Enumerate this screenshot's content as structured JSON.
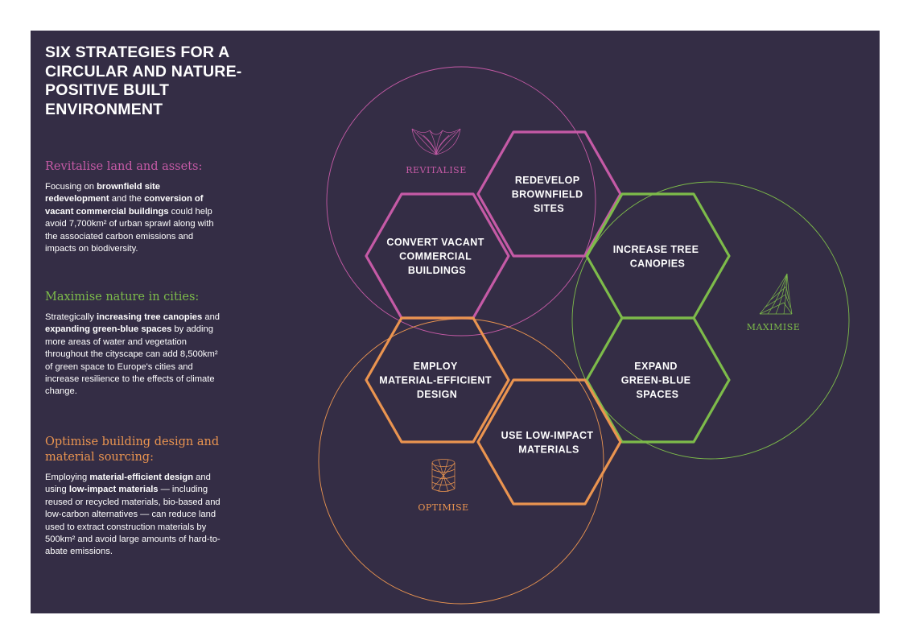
{
  "title": "SIX STRATEGIES FOR A CIRCULAR AND NATURE-POSITIVE BUILT ENVIRONMENT",
  "colors": {
    "background": "#342d45",
    "revitalise": "#c55aa6",
    "maximise": "#7dbb4a",
    "optimise": "#ea9450",
    "text": "#ffffff"
  },
  "sections": [
    {
      "key": "revitalise",
      "heading": "Revitalise land and assets:",
      "body": [
        {
          "t": "Focusing on "
        },
        {
          "t": "brownfield site redevelopment",
          "b": true
        },
        {
          "t": " and the "
        },
        {
          "t": "conversion of vacant commercial buildings",
          "b": true
        },
        {
          "t": " could help avoid 7,700km² of urban sprawl along with the associated carbon emissions and impacts on biodiversity."
        }
      ]
    },
    {
      "key": "maximise",
      "heading": "Maximise nature in cities:",
      "body": [
        {
          "t": "Strategically "
        },
        {
          "t": "increasing tree canopies",
          "b": true
        },
        {
          "t": " and "
        },
        {
          "t": "expanding green-blue spaces",
          "b": true
        },
        {
          "t": " by adding more areas of water and vegetation throughout the cityscape can add 8,500km² of green space to Europe's cities and increase resilience to the effects of climate change."
        }
      ]
    },
    {
      "key": "optimise",
      "heading": "Optimise building design and material sourcing:",
      "body": [
        {
          "t": "Employing "
        },
        {
          "t": "material-efficient design",
          "b": true
        },
        {
          "t": " and using "
        },
        {
          "t": "low-impact materials",
          "b": true
        },
        {
          "t": " — including reused or recycled materials, bio-based and low-carbon alternatives — can reduce land used to extract construction materials by 500km² and avoid large amounts of hard-to-abate emissions."
        }
      ]
    }
  ],
  "groups": [
    {
      "key": "revitalise",
      "label": "REVITALISE",
      "icon": "lotus-icon"
    },
    {
      "key": "maximise",
      "label": "MAXIMISE",
      "icon": "tent-icon"
    },
    {
      "key": "optimise",
      "label": "OPTIMISE",
      "icon": "cylinder-icon"
    }
  ],
  "hexes": [
    {
      "id": "redevelop",
      "group": "revitalise",
      "lines": [
        "REDEVELOP",
        "BROWNFIELD",
        "SITES"
      ]
    },
    {
      "id": "convert",
      "group": "revitalise",
      "lines": [
        "CONVERT VACANT",
        "COMMERCIAL",
        "BUILDINGS"
      ]
    },
    {
      "id": "tree",
      "group": "maximise",
      "lines": [
        "INCREASE TREE",
        "CANOPIES"
      ]
    },
    {
      "id": "greenblue",
      "group": "maximise",
      "lines": [
        "EXPAND",
        "GREEN-BLUE",
        "SPACES"
      ]
    },
    {
      "id": "material",
      "group": "optimise",
      "lines": [
        "EMPLOY",
        "MATERIAL-EFFICIENT",
        "DESIGN"
      ]
    },
    {
      "id": "lowimpact",
      "group": "optimise",
      "lines": [
        "USE LOW-IMPACT",
        "MATERIALS"
      ]
    }
  ]
}
